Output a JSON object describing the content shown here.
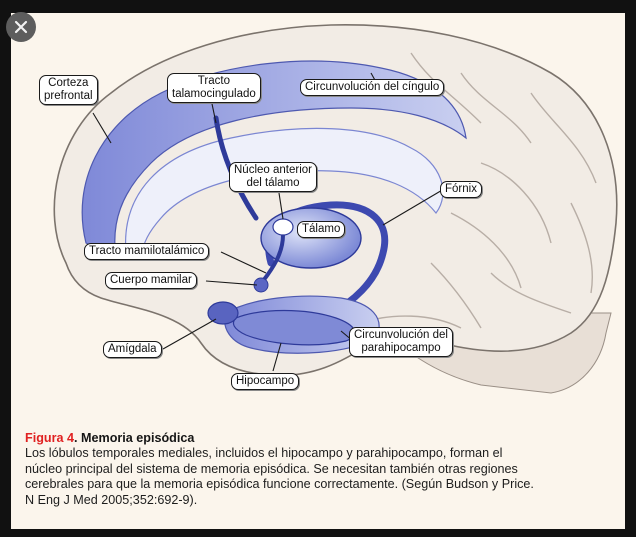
{
  "labels": {
    "corteza_prefrontal": [
      "Corteza",
      "prefrontal"
    ],
    "tracto_talamocingulado": [
      "Tracto",
      "talamocingulado"
    ],
    "circunvolucion_cingulo": "Circunvolución del cíngulo",
    "nucleo_anterior": [
      "Núcleo anterior",
      "del tálamo"
    ],
    "fornix": "Fórnix",
    "talamo": "Tálamo",
    "tracto_mamilotalamico": "Tracto mamilotalámico",
    "cuerpo_mamilar": "Cuerpo mamilar",
    "amigdala": "Amígdala",
    "circunvolucion_parahipocampo": [
      "Circunvolución del",
      "parahipocampo"
    ],
    "hipocampo": "Hipocampo"
  },
  "caption": {
    "figure_label": "Figura 4",
    "separator": ". ",
    "title": "Memoria episódica",
    "lines": [
      "Los lóbulos temporales mediales, incluidos el hipocampo y parahipocampo, forman el",
      "núcleo principal del sistema de memoria episódica. Se necesitan también otras regiones",
      "cerebrales para que la memoria episódica funcione correctamente. (Según Budson y Price.",
      "N Eng J Med 2005;352:692-9)."
    ]
  },
  "colors": {
    "brain_fill": "#f3ede6",
    "limbic_blue": "#8a93dd",
    "dark_blue": "#2e3a9a",
    "figure_red": "#e02121"
  },
  "icons": {
    "close": "close-icon"
  }
}
